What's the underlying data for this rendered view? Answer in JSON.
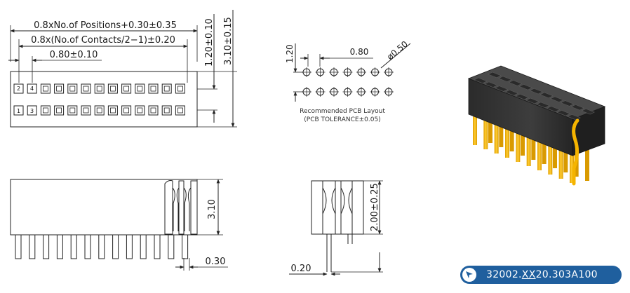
{
  "colors": {
    "line": "#222222",
    "hatch": "#444444",
    "body_dark": "#3a3a3a",
    "pin_gold": "#f5b400",
    "badge_bg": "#1f5f9e",
    "badge_text": "#ffffff"
  },
  "top_view": {
    "dim_overall": "0.8xNo.of  Positions+0.30±0.35",
    "dim_contacts": "0.8x(No.of  Contacts/2−1)±0.20",
    "dim_pitch": "0.80±0.10",
    "dim_row_pitch": "1.20±0.10",
    "dim_height": "3.10±0.15",
    "pin_label_top_1": "2",
    "pin_label_top_2": "4",
    "pin_label_bottom_1": "1",
    "pin_label_bottom_2": "3",
    "positions_per_row": 13
  },
  "pcb_layout": {
    "dim_row": "1.20",
    "dim_pitch": "0.80",
    "dim_hole": "ø0.50",
    "caption_line1": "Recommended PCB Layout",
    "caption_line2": "(PCB TOLERANCE±0.05)",
    "holes_per_row": 7
  },
  "side_view": {
    "dim_height": "3.10",
    "dim_pin": "0.30",
    "pins": 13
  },
  "section_view": {
    "dim_height": "2.00±0.25",
    "dim_pin": "0.20"
  },
  "part_number": {
    "prefix": "32002.",
    "variable": "XX",
    "suffix": "20.303A100",
    "icon": "cursor-arrow-icon"
  }
}
